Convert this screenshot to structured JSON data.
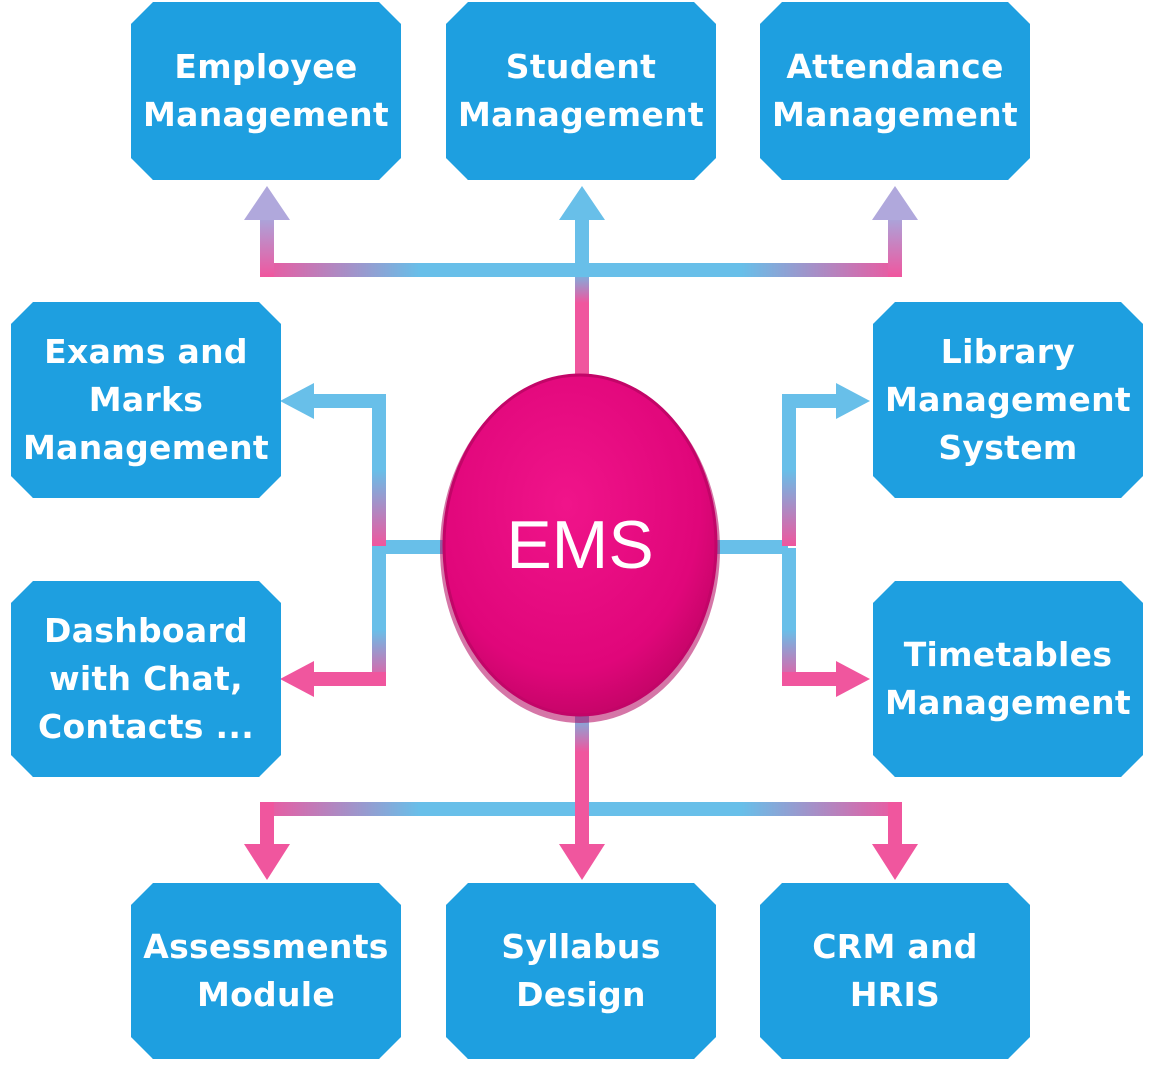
{
  "hub": {
    "label": "EMS"
  },
  "modules": {
    "employee": "Employee\nManagement",
    "student": "Student\nManagement",
    "attendance": "Attendance\nManagement",
    "exams": "Exams and\nMarks\nManagement",
    "library": "Library\nManagement\nSystem",
    "dashboard": "Dashboard\nwith Chat,\nContacts ...",
    "timetables": "Timetables\nManagement",
    "assessments": "Assessments\nModule",
    "syllabus": "Syllabus\nDesign",
    "crm": "CRM and\nHRIS"
  },
  "colors": {
    "box": "#1e9fe0",
    "hub": "#e4087a",
    "connector_blue": "#68bfe9",
    "connector_pink": "#f0569e"
  }
}
